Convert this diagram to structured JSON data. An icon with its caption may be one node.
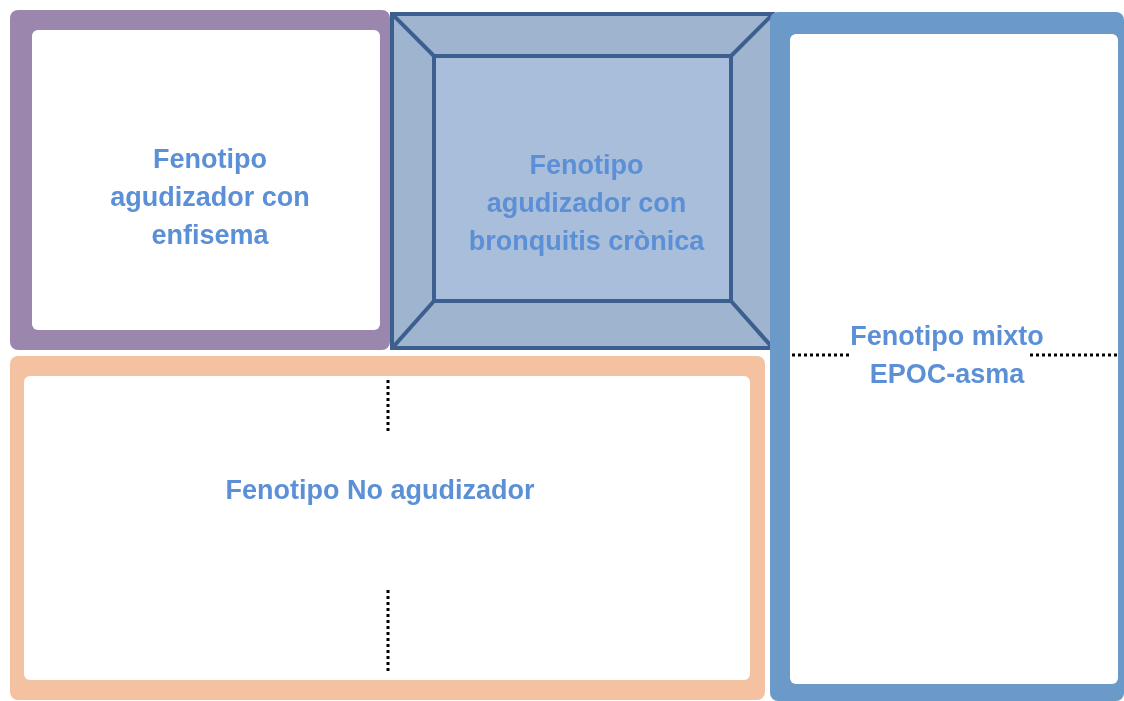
{
  "diagram": {
    "nodes": [
      {
        "text": [
          "Fenotipo agudizador con enfisema"
        ]
      },
      {
        "text": [
          "Fenotipo agudizador con bronquitis crònica"
        ]
      },
      {
        "text": [
          "Fenotipo No agudizador"
        ]
      },
      {
        "text": [
          "Fenotipo mixto EPOC-asma"
        ]
      }
    ]
  }
}
